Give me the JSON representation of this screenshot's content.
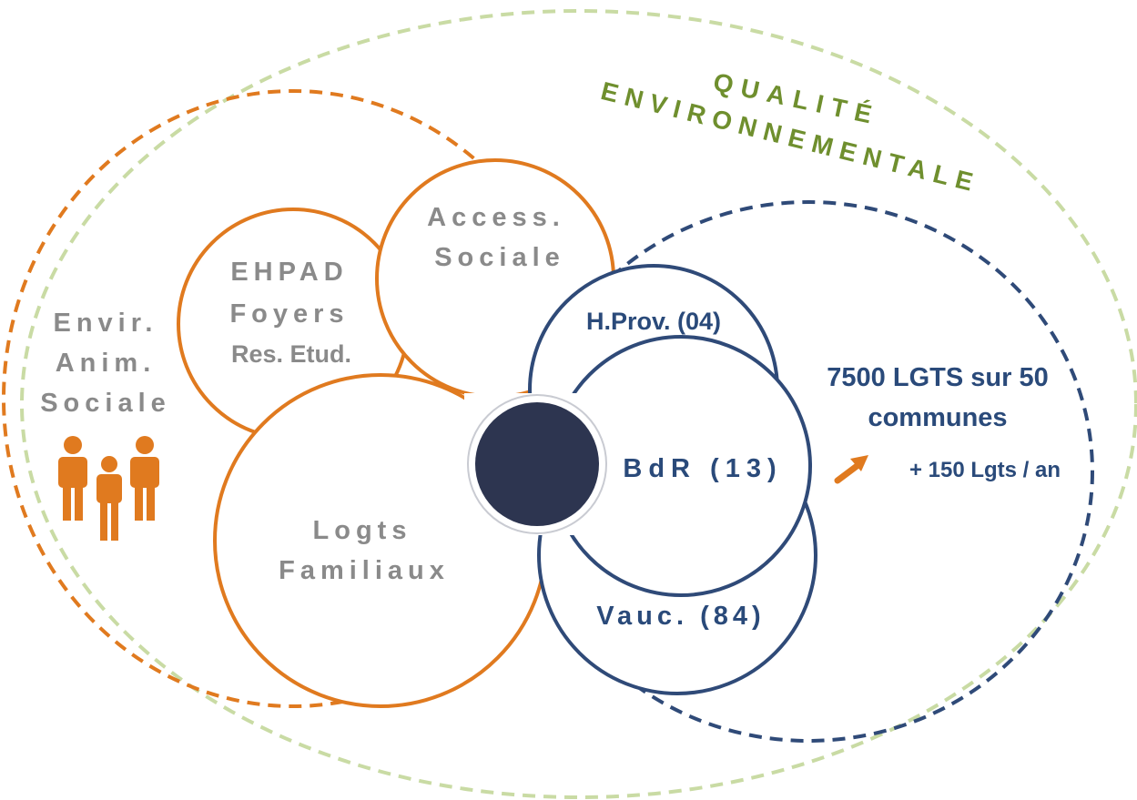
{
  "outer_title": {
    "line1": "QUALITÉ",
    "line2": "ENVIRONNEMENTALE"
  },
  "left_label": {
    "line1": "Envir.",
    "line2": "Anim.",
    "line3": "Sociale"
  },
  "circles": {
    "ehpad": {
      "line1": "EHPAD",
      "line2": "Foyers",
      "line3": "Res. Etud."
    },
    "access": {
      "line1": "Access.",
      "line2": "Sociale"
    },
    "logts": {
      "line1": "Logts",
      "line2": "Familiaux"
    },
    "hprov": {
      "label": "H.Prov. (04)"
    },
    "bdr": {
      "label": "BdR (13)"
    },
    "vauc": {
      "label": "Vauc. (84)"
    }
  },
  "stats": {
    "line1": "7500 LGTS sur 50",
    "line2": "communes",
    "growth": "+ 150 Lgts / an"
  },
  "icons": {
    "people": "people-group-icon",
    "arrow": "up-right-arrow-icon"
  },
  "colors": {
    "orange": "#e07a1f",
    "navy": "#2f4a78",
    "green_dashed": "#c9dba4",
    "green_text": "#6f8f2e",
    "grey_text": "#8a8a8a",
    "center_disc": "#2d3550"
  }
}
